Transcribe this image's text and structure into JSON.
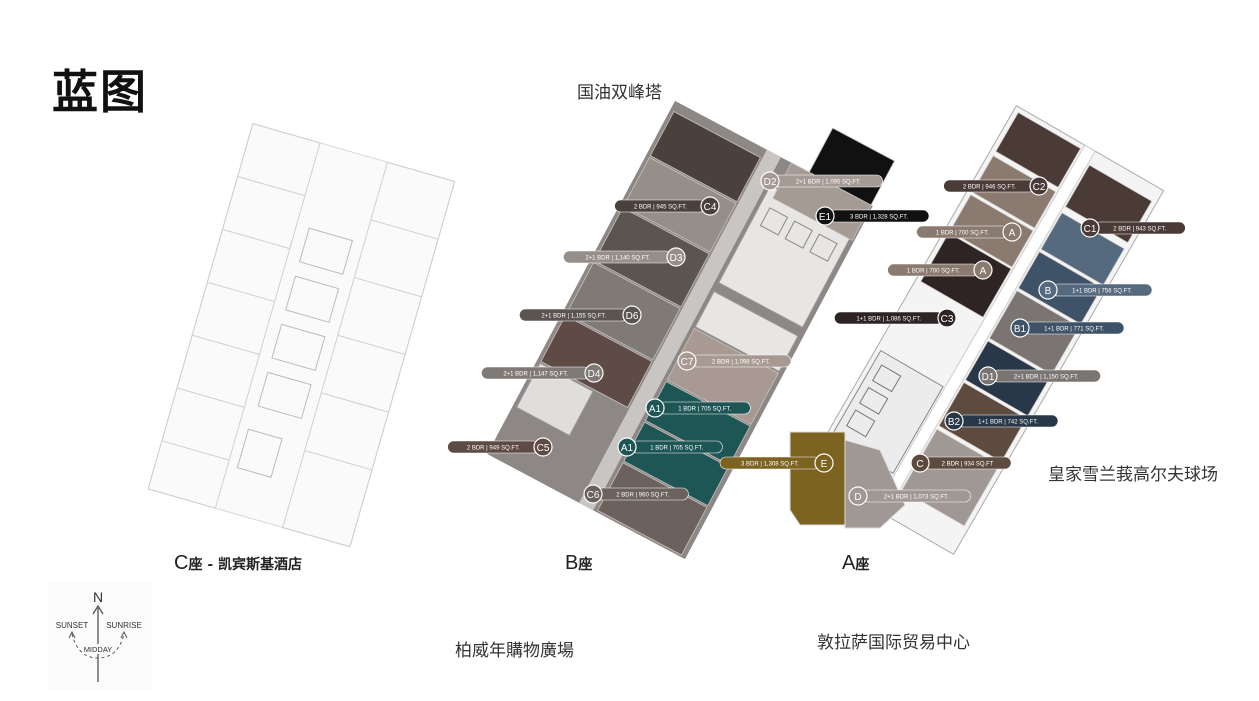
{
  "page": {
    "title": "蓝图",
    "top_label": "国油双峰塔",
    "right_label": "皇家雪兰莪高尔夫球场",
    "bottom_label_left": "柏威年購物廣場",
    "bottom_label_right": "敦拉萨国际贸易中心"
  },
  "towers": [
    {
      "letter": "C",
      "name": "座 - 凯宾斯基酒店"
    },
    {
      "letter": "B",
      "name": "座"
    },
    {
      "letter": "A",
      "name": "座"
    }
  ],
  "compass": {
    "north": "N",
    "west": "SUNSET",
    "east": "SUNRISE",
    "south": "MIDDAY"
  },
  "tower_b_units": [
    {
      "unit": "D2",
      "spec": "2+1 BDR | 1,095 SQ.FT.",
      "color": "#a59b94"
    },
    {
      "unit": "E1",
      "spec": "3 BDR | 1,328 SQ.FT.",
      "color": "#111111"
    },
    {
      "unit": "C4",
      "spec": "2 BDR | 945 SQ.FT.",
      "color": "#4a403c"
    },
    {
      "unit": "D3",
      "spec": "2+1 BDR | 1,140 SQ.FT.",
      "color": "#968e89"
    },
    {
      "unit": "D6",
      "spec": "2+1 BDR | 1,155 SQ.FT.",
      "color": "#5b5552"
    },
    {
      "unit": "C7",
      "spec": "2 BDR | 1,098 SQ.FT.",
      "color": "#a89a92"
    },
    {
      "unit": "D4",
      "spec": "2+1 BDR | 1,147 SQ.FT.",
      "color": "#807a77"
    },
    {
      "unit": "A1",
      "spec": "1 BDR | 705 SQ.FT.",
      "color": "#1e5656"
    },
    {
      "unit": "C5",
      "spec": "2 BDR | 949 SQ.FT.",
      "color": "#5e4b45"
    },
    {
      "unit": "A1",
      "spec": "1 BDR | 705 SQ.FT.",
      "color": "#1e5656"
    },
    {
      "unit": "C6",
      "spec": "2 BDR | 960 SQ.FT.",
      "color": "#6b625e"
    }
  ],
  "tower_a_units": [
    {
      "unit": "C2",
      "spec": "2 BDR | 946 SQ.FT.",
      "color": "#4a3b36"
    },
    {
      "unit": "C1",
      "spec": "2 BDR | 943 SQ.FT.",
      "color": "#4a3b36"
    },
    {
      "unit": "A",
      "spec": "1 BDR | 700 SQ.FT.",
      "color": "#8a7a70"
    },
    {
      "unit": "A",
      "spec": "1 BDR | 700 SQ.FT.",
      "color": "#8a7a70"
    },
    {
      "unit": "B",
      "spec": "1+1 BDR | 756 SQ.FT.",
      "color": "#556a7e"
    },
    {
      "unit": "C3",
      "spec": "1+1 BDR | 1,086 SQ.FT.",
      "color": "#2e2424"
    },
    {
      "unit": "B1",
      "spec": "1+1 BDR | 771 SQ.FT.",
      "color": "#3f5368"
    },
    {
      "unit": "D1",
      "spec": "2+1 BDR | 1,150 SQ.FT.",
      "color": "#7a7572"
    },
    {
      "unit": "B2",
      "spec": "1+1 BDR | 742 SQ.FT.",
      "color": "#283848"
    },
    {
      "unit": "E",
      "spec": "3 BDR | 1,308 SQ.FT.",
      "color": "#7d6320"
    },
    {
      "unit": "C",
      "spec": "2 BDR | 934 SQ.FT",
      "color": "#5e4b3f"
    },
    {
      "unit": "D",
      "spec": "2+1 BDR | 1,073 SQ.FT.",
      "color": "#a09894"
    }
  ]
}
